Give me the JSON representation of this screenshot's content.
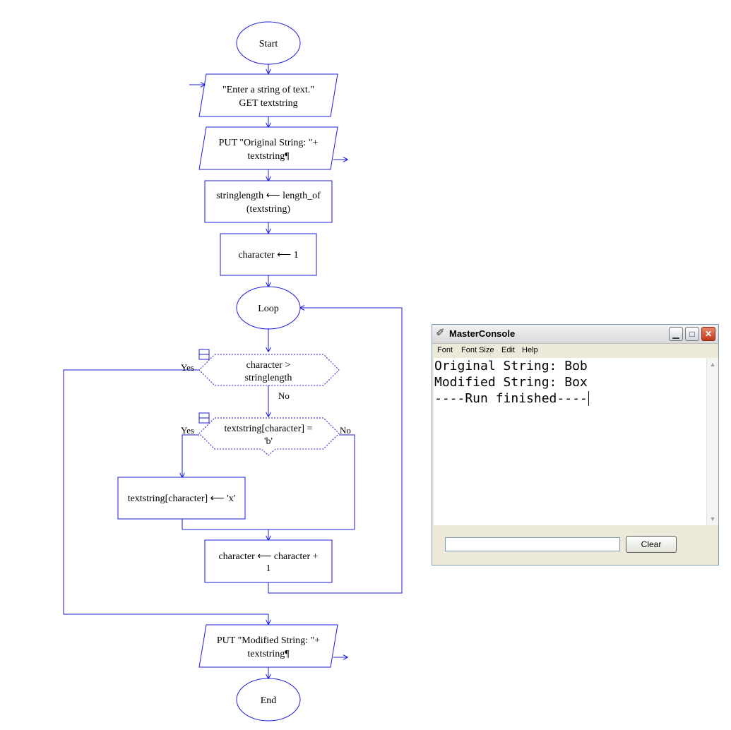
{
  "flowchart": {
    "start": "Start",
    "input_line1": "\"Enter a string of text.\"",
    "input_line2": "GET textstring",
    "output1_line1": "PUT \"Original String: \"+",
    "output1_line2": "textstring¶",
    "assign_length_line1": "stringlength ⟵ length_of",
    "assign_length_line2": "(textstring)",
    "assign_char": "character ⟵ 1",
    "loop": "Loop",
    "decision1_line1": "character >",
    "decision1_line2": "stringlength",
    "decision1_yes": "Yes",
    "decision1_no": "No",
    "decision2_line1": "textstring[character] =",
    "decision2_line2": "'b'",
    "decision2_yes": "Yes",
    "decision2_no": "No",
    "replace": "textstring[character] ⟵ 'x'",
    "increment_line1": "character ⟵ character  +",
    "increment_line2": "1",
    "output2_line1": "PUT \"Modified String: \"+",
    "output2_line2": "textstring¶",
    "end": "End",
    "line_color": "#1a1adb"
  },
  "console": {
    "title": "MasterConsole",
    "icon": "raptor-icon",
    "menu": {
      "font": "Font",
      "font_size": "Font Size",
      "edit": "Edit",
      "help": "Help"
    },
    "output_lines": [
      "Original String: Bob",
      "Modified String: Box",
      "----Run finished----"
    ],
    "input_value": "",
    "clear_label": "Clear"
  }
}
